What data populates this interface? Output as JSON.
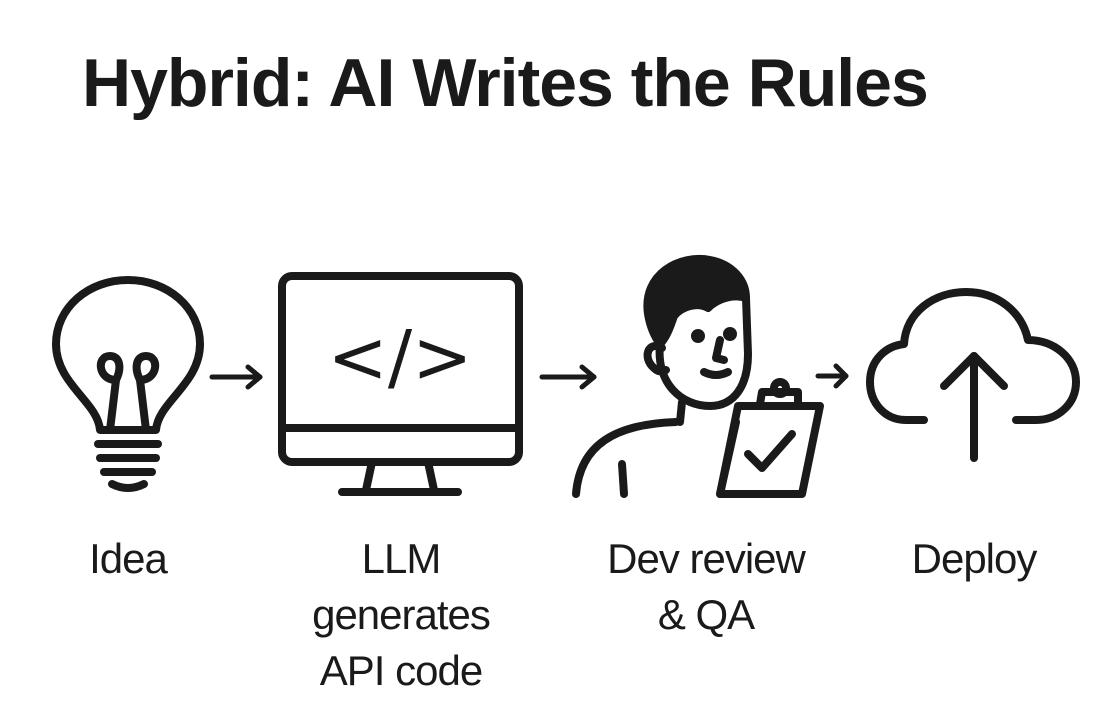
{
  "title": "Hybrid: AI Writes the Rules",
  "steps": [
    {
      "icon": "lightbulb-icon",
      "lines": [
        "Idea"
      ]
    },
    {
      "icon": "monitor-code-icon",
      "code_glyph": "</>",
      "lines": [
        "LLM",
        "generates",
        "API code"
      ]
    },
    {
      "icon": "developer-clipboard-icon",
      "lines": [
        "Dev review",
        "& QA"
      ]
    },
    {
      "icon": "cloud-upload-icon",
      "lines": [
        "Deploy"
      ]
    }
  ],
  "arrows": [
    "arrow-right-icon",
    "arrow-right-icon",
    "arrow-right-icon"
  ],
  "colors": {
    "stroke": "#1a1a1a",
    "background": "#ffffff"
  }
}
